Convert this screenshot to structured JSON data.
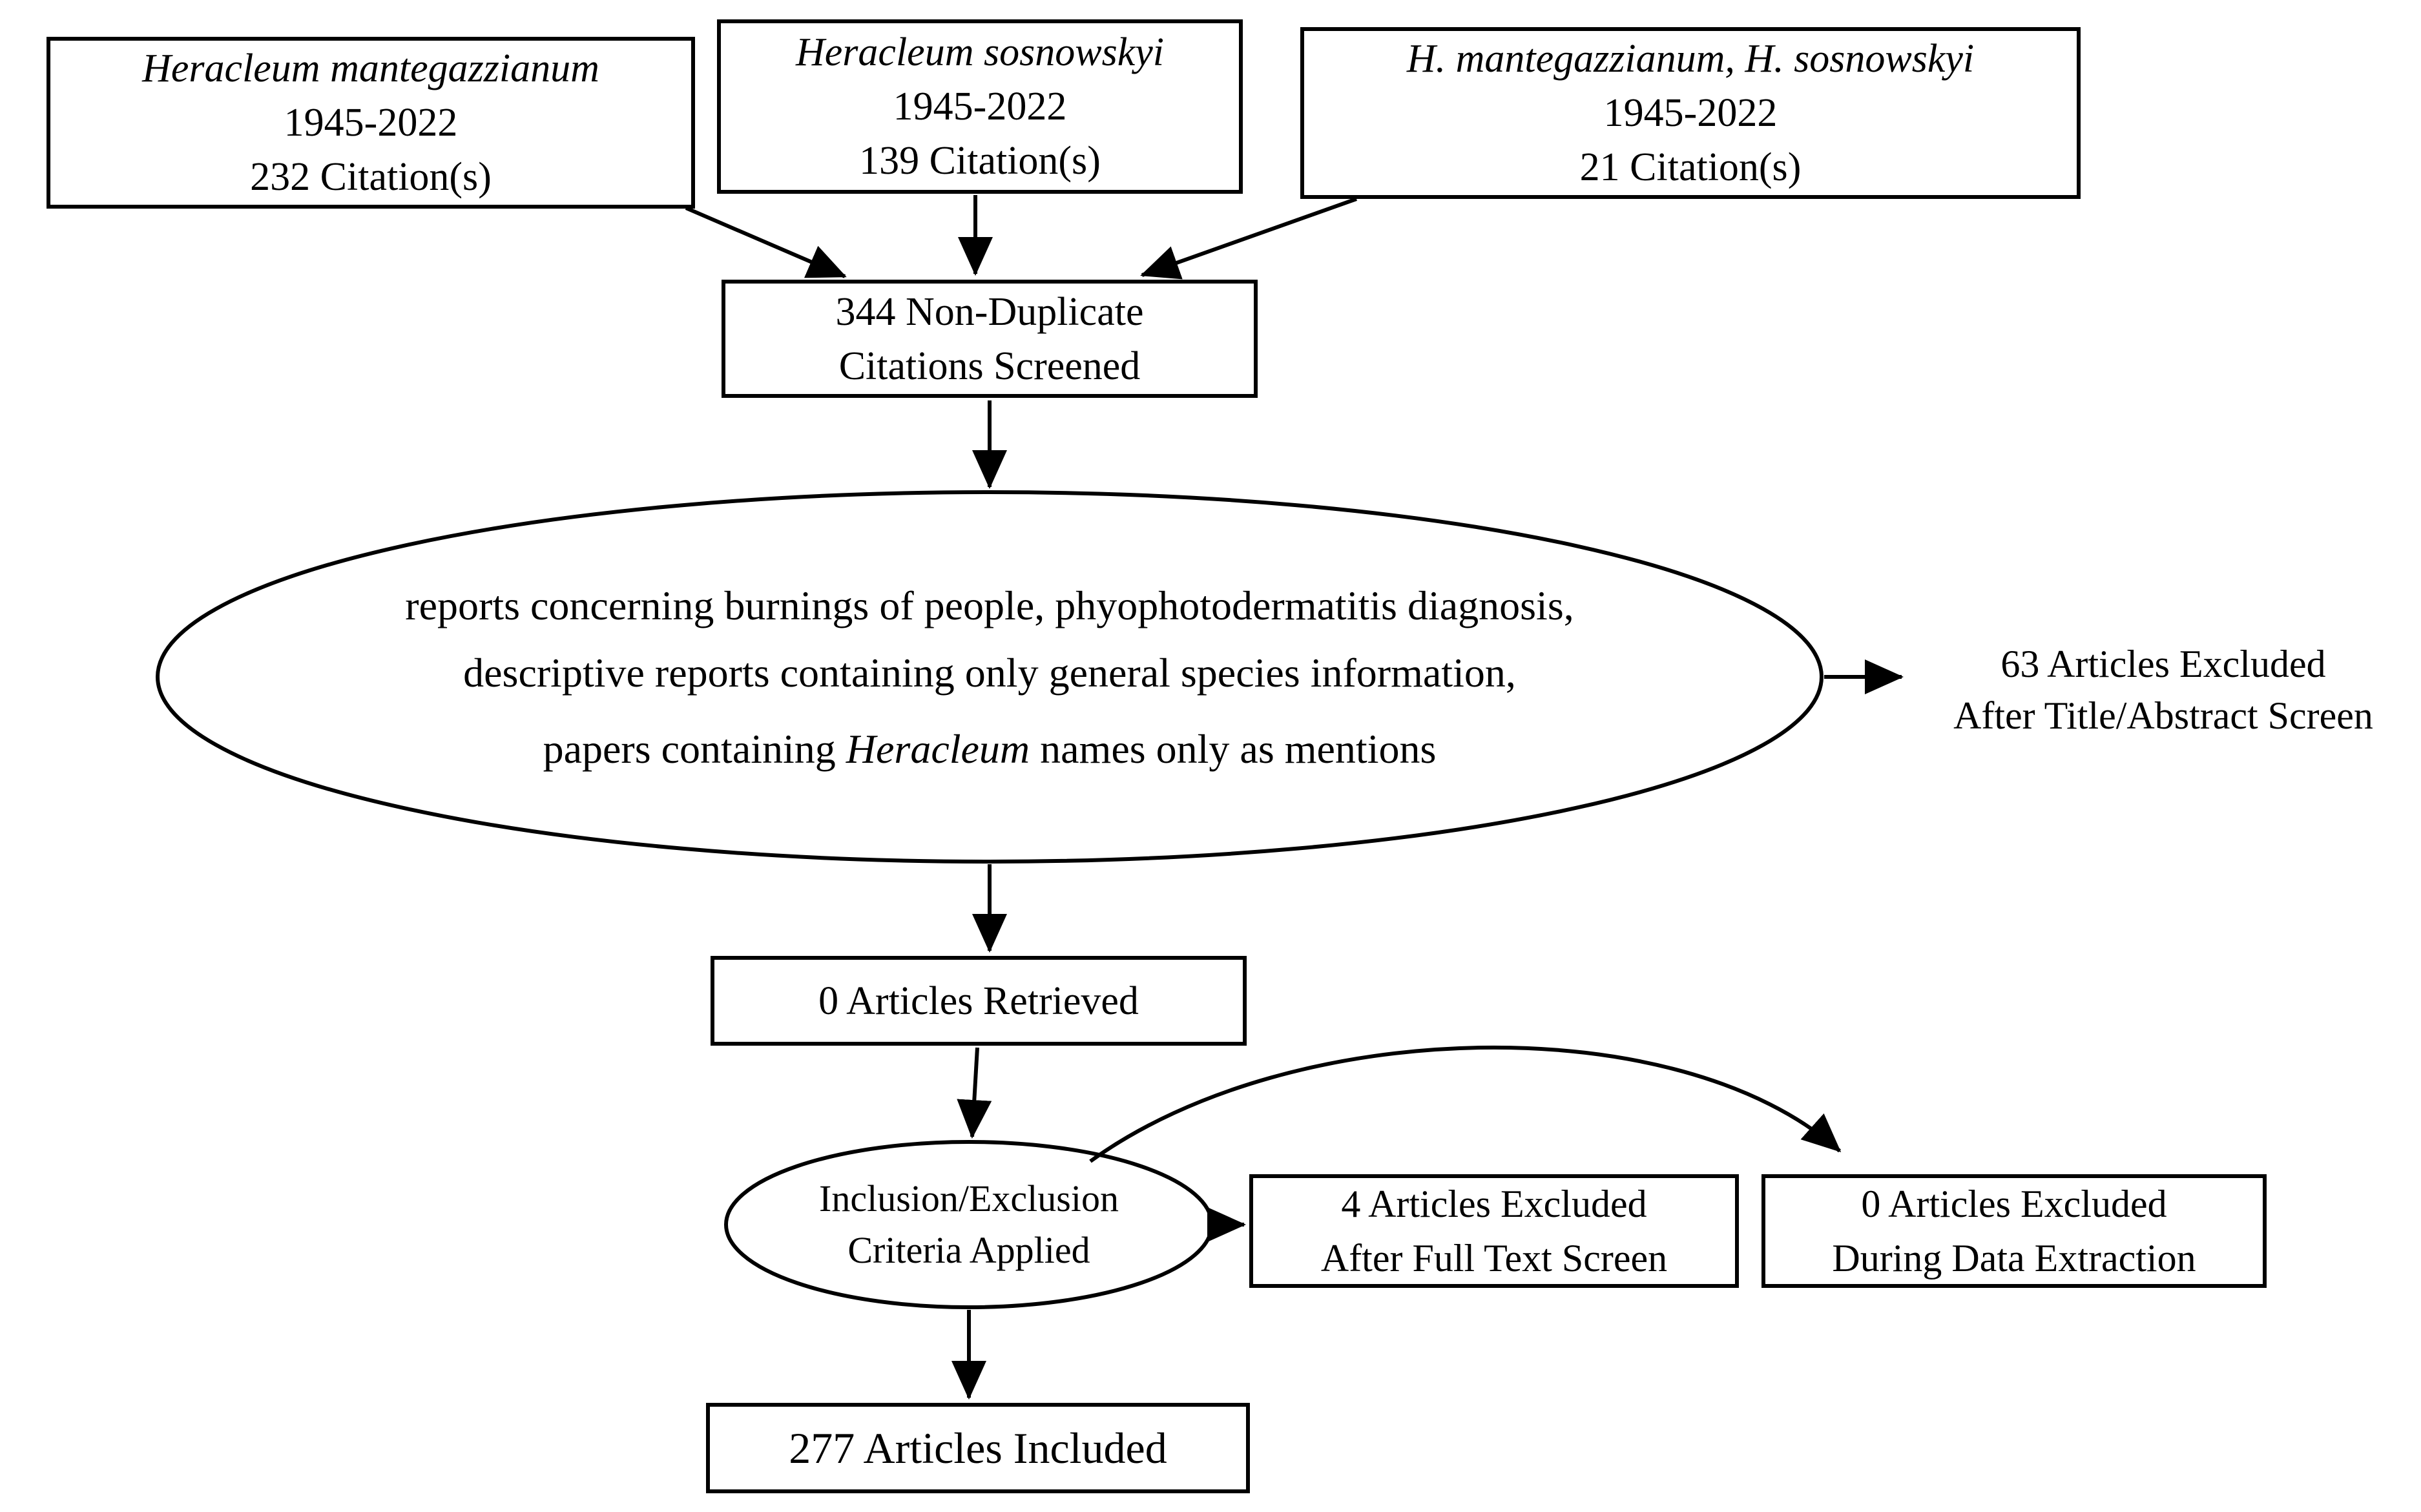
{
  "diagram": {
    "sources": [
      {
        "title": "Heracleum mantegazzianum",
        "years": "1945-2022",
        "citations": "232 Citation(s)"
      },
      {
        "title": "Heracleum sosnowskyi",
        "years": "1945-2022",
        "citations": "139 Citation(s)"
      },
      {
        "title": "H. mantegazzianum, H. sosnowskyi",
        "years": "1945-2022",
        "citations": "21 Citation(s)"
      }
    ],
    "screened_box": {
      "line1": "344 Non-Duplicate",
      "line2": "Citations Screened"
    },
    "exclusion_ellipse": {
      "line1": "reports concerning burnings of people, phyophotodermatitis diagnosis,",
      "line2": "descriptive reports containing only general species information,",
      "line3_pre": "papers containing ",
      "line3_italic": "Heracleum",
      "line3_post": " names only as mentions"
    },
    "title_abstract_excluded": {
      "line1": "63 Articles Excluded",
      "line2": "After Title/Abstract Screen"
    },
    "retrieved_box": {
      "label": "0 Articles Retrieved"
    },
    "criteria_ellipse": {
      "line1": "Inclusion/Exclusion",
      "line2": "Criteria Applied"
    },
    "fulltext_excluded_box": {
      "line1": "4 Articles Excluded",
      "line2": "After Full Text Screen"
    },
    "dataextract_excluded_box": {
      "line1": "0 Articles Excluded",
      "line2": "During Data Extraction"
    },
    "included_box": {
      "label": "277 Articles Included"
    },
    "colors": {
      "stroke": "#000000",
      "background": "#ffffff"
    }
  }
}
